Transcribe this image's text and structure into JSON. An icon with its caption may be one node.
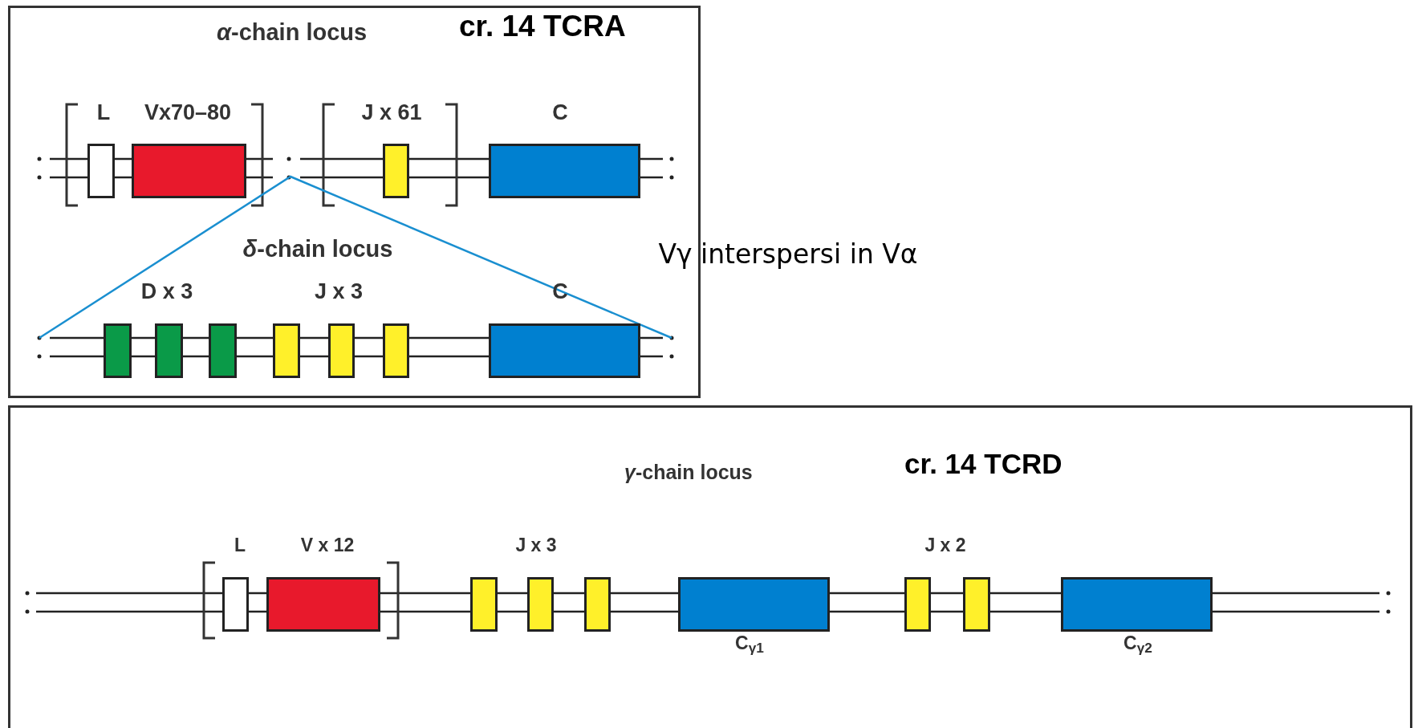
{
  "diagram": {
    "nodes": [
      {
        "text": [
          "*α*-chain locus",
          "cr. 14 TCRA"
        ]
      },
      {
        "text": [],
        "shape": "box",
        "in": 0
      },
      {
        "text": [],
        "shape": "box",
        "in": 0
      },
      {
        "text": [],
        "shape": "box",
        "in": 0
      },
      {
        "text": [],
        "shape": "box",
        "in": 0
      },
      {
        "text": [],
        "shape": "box",
        "in": 0
      },
      {
        "text": [],
        "shape": "box",
        "in": 0
      },
      {
        "text": [],
        "shape": "box",
        "in": 0
      },
      {
        "text": [],
        "shape": "box",
        "in": 0
      },
      {
        "text": [],
        "shape": "box",
        "in": 0
      },
      {
        "text": [],
        "shape": "box",
        "in": 0
      },
      {
        "text": [],
        "shape": "box",
        "in": 0
      },
      {
        "text": [
          "*γ*-chain locus",
          "cr. 14 TCRD"
        ]
      },
      {
        "text": [],
        "shape": "box",
        "in": 12
      },
      {
        "text": [],
        "shape": "box",
        "in": 12
      },
      {
        "text": [],
        "shape": "box",
        "in": 12
      },
      {
        "text": [],
        "shape": "box",
        "in": 12
      },
      {
        "text": [],
        "shape": "box",
        "in": 12
      },
      {
        "text": [],
        "shape": "box",
        "in": 12
      },
      {
        "text": [],
        "shape": "box",
        "in": 12
      },
      {
        "text": [],
        "shape": "box",
        "in": 12
      },
      {
        "text": [],
        "shape": "box",
        "in": 12
      }
    ],
    "labels": [
      "L",
      "Vx70–80",
      "J x 61",
      "C",
      "*δ*-chain locus",
      "D x 3",
      "J x 3",
      "C",
      "Vγ interspersi in Vα",
      "L",
      "V x 12",
      "J x 3",
      "J x 2",
      "C$_{γ1}$",
      "C$_{γ2}$"
    ]
  }
}
